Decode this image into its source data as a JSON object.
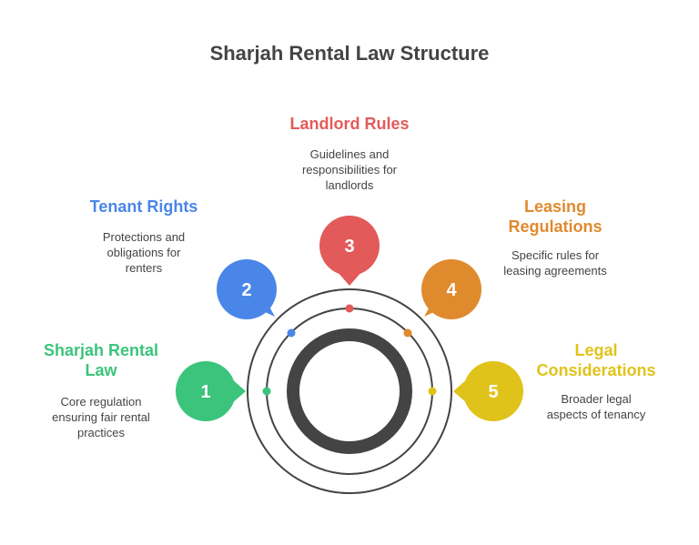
{
  "title": "Sharjah Rental Law Structure",
  "colors": {
    "green": "#3cc47c",
    "blue": "#4a86e8",
    "red": "#e35a5a",
    "orange": "#e08a2e",
    "yellow": "#e0c31a",
    "ring": "#444444"
  },
  "nodes": [
    {
      "number": "1",
      "label_line1": "Sharjah Rental",
      "label_line2": "Law",
      "desc_line1": "Core regulation",
      "desc_line2": "ensuring fair rental",
      "desc_line3": "practices"
    },
    {
      "number": "2",
      "label_line1": "Tenant Rights",
      "desc_line1": "Protections and",
      "desc_line2": "obligations for",
      "desc_line3": "renters"
    },
    {
      "number": "3",
      "label_line1": "Landlord Rules",
      "desc_line1": "Guidelines and",
      "desc_line2": "responsibilities for",
      "desc_line3": "landlords"
    },
    {
      "number": "4",
      "label_line1": "Leasing",
      "label_line2": "Regulations",
      "desc_line1": "Specific rules for",
      "desc_line2": "leasing agreements"
    },
    {
      "number": "5",
      "label_line1": "Legal",
      "label_line2": "Considerations",
      "desc_line1": "Broader legal",
      "desc_line2": "aspects of tenancy"
    }
  ]
}
